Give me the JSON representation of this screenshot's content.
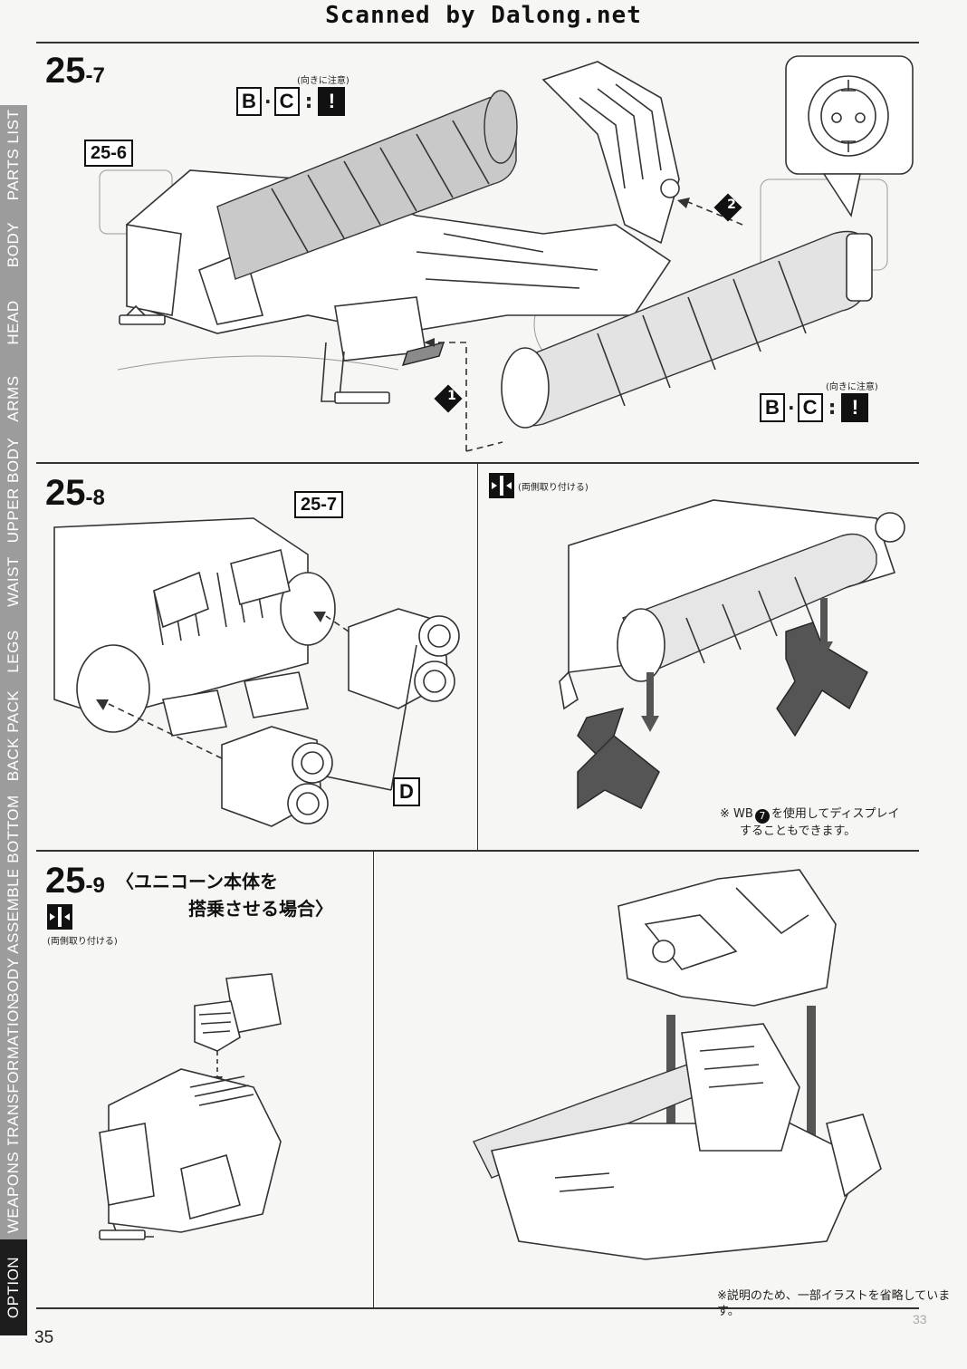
{
  "header": {
    "scan_credit": "Scanned by Dalong.net"
  },
  "sidebar": {
    "tabs": [
      {
        "label": "PARTS LIST",
        "active": false
      },
      {
        "label": "BODY",
        "active": false
      },
      {
        "label": "HEAD",
        "active": false
      },
      {
        "label": "ARMS",
        "active": false
      },
      {
        "label": "UPPER BODY",
        "active": false
      },
      {
        "label": "WAIST",
        "active": false
      },
      {
        "label": "LEGS",
        "active": false
      },
      {
        "label": "BACK PACK",
        "active": false
      },
      {
        "label": "BOTTOM",
        "active": false
      },
      {
        "label": "BODY ASSEMBLE",
        "active": false
      },
      {
        "label": "TRANSFORMATION",
        "active": false
      },
      {
        "label": "WEAPONS",
        "active": false
      },
      {
        "label": "OPTION",
        "active": true
      }
    ]
  },
  "steps": {
    "s25_7": {
      "number": "25",
      "sub": "-7",
      "ref_label": "25-6",
      "caution_note": "(向きに注意)",
      "tag_b": "B",
      "tag_c": "C",
      "tag_sep": "·",
      "tag_colon": ":",
      "tag_excl": "!",
      "caution_note_2": "(向きに注意)",
      "order_1": "1",
      "order_2": "2"
    },
    "s25_8": {
      "number": "25",
      "sub": "-8",
      "ref_label": "25-7",
      "part_d": "D",
      "both_sides_note": "(両側取り付ける)",
      "display_note_1": "※ WB",
      "display_note_num": "7",
      "display_note_2": "を使用してディスプレイ",
      "display_note_3": "することもできます。"
    },
    "s25_9": {
      "number": "25",
      "sub": "-9",
      "title_line_1": "〈ユニコーン本体を",
      "title_line_2": "搭乗させる場合〉",
      "both_sides_note": "(両側取り付ける)",
      "omit_note": "※説明のため、一部イラストを省略しています。"
    }
  },
  "footer": {
    "page_number": "35",
    "ghost_page_number": "33"
  }
}
